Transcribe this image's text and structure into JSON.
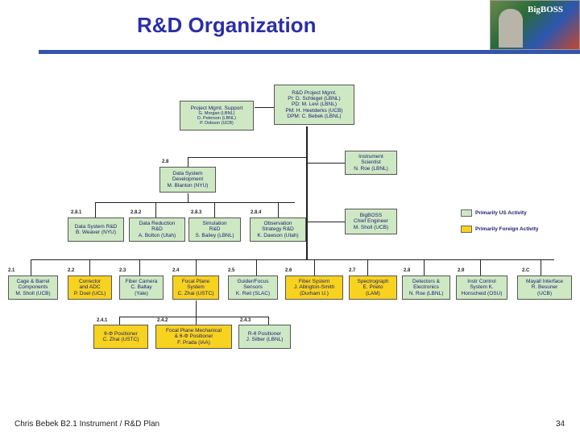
{
  "slide": {
    "title": "R&D Organization",
    "logo_text": "BigBOSS",
    "footer_left": "Chris Bebek B2.1 Instrument / R&D Plan",
    "page_number": "34"
  },
  "legend": {
    "us_label": "Primarily US Activity",
    "foreign_label": "Primarily Foreign Activity",
    "us_color": "#cfe8c4",
    "foreign_color": "#f7d21f"
  },
  "nodes": {
    "rd_mgmt": [
      "R&D Project Mgmt.",
      "PI: D. Schlegel (LBNL)",
      "PD: M. Levi (LBNL)",
      "PM: H. Heetderks (UCB)",
      "DPM: C. Bebek (LBNL)"
    ],
    "proj_support": [
      "Project Mgmt. Support",
      "G. Morgan (LBNL)",
      "D. Peterson (LBNL)",
      "P. Dobson (UCB)"
    ],
    "inst_sci": [
      "Instrument",
      "Scientist",
      "N. Roe (LBNL)"
    ],
    "data_sys_dev": [
      "Data System",
      "Development",
      "M. Blanton (NYU)"
    ],
    "chief_eng": [
      "BigBOSS",
      "Chief Engineer",
      "M. Sholl (UCB)"
    ],
    "ds_rd": [
      "Data System R&D",
      "B. Weaver (NYU)"
    ],
    "data_red": [
      "Data Reduction",
      "R&D",
      "A. Bolton (Utah)"
    ],
    "simulation": [
      "Simulation",
      "R&D",
      "S. Bailey (LBNL)"
    ],
    "obs_strat": [
      "Observation",
      "Strategy R&D",
      "K. Dawson (Utah)"
    ],
    "cage": [
      "Cage & Barrel",
      "Components",
      "M. Sholl (UCB)"
    ],
    "corrector": [
      "Corrector",
      "and ADC",
      "P. Doel (UCL)"
    ],
    "fiber_camera": [
      "Fiber Camera",
      "C. Baltay",
      "(Yale)"
    ],
    "focal_plane": [
      "Focal Plane",
      "System",
      "C. Zhai (USTC)"
    ],
    "guider": [
      "Guider/Focus",
      "Sensors",
      "K. Reil (SLAC)"
    ],
    "fiber_sys": [
      "Fiber System",
      "J. Allington-Smith",
      "(Durham U.)"
    ],
    "spectrograph": [
      "Spectrograph",
      "E. Prieto",
      "(LAM)"
    ],
    "detectors": [
      "Detectors &",
      "Electronics",
      "N. Roe (LBNL)"
    ],
    "instr_ctrl": [
      "Instr Control",
      "System  K.",
      "Honscheid (OSU)"
    ],
    "mayall": [
      "Mayall Interface",
      "R. Besuner",
      "(UCB)"
    ],
    "theta_phi": [
      "θ-Φ Positioner",
      "C. Zhai (USTC)"
    ],
    "fp_mech": [
      "Focal Plane Mechanical",
      "& θ-Φ Positioner",
      "F. Prada (IAA)"
    ],
    "r_theta": [
      "R-θ Positioner",
      "J. Silber (LBNL)"
    ]
  },
  "codes": {
    "c28": "2.8",
    "c281": "2.8.1",
    "c282": "2.8.2",
    "c283": "2.8.3",
    "c284": "2.8.4",
    "c21": "2.1",
    "c22": "2.2",
    "c23": "2.3",
    "c24": "2.4",
    "c25": "2.5",
    "c26": "2.6",
    "c27": "2.7",
    "c28b": "2.8",
    "c29": "2.9",
    "c2c": "2.C",
    "c241": "2.4.1",
    "c242": "2.4.2",
    "c243": "2.4.3"
  }
}
